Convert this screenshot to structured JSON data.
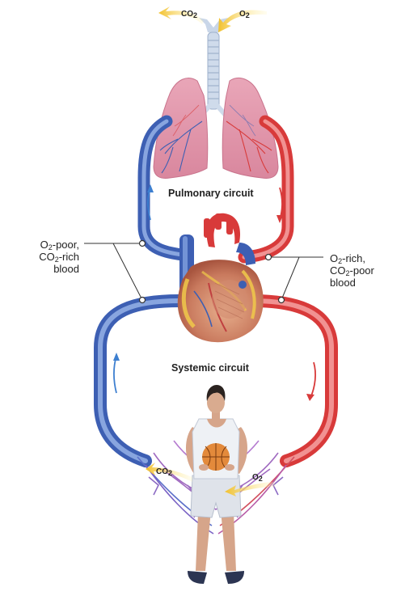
{
  "top": {
    "co2_main": "CO",
    "co2_sub": "2",
    "o2_main": "O",
    "o2_sub": "2"
  },
  "circuits": {
    "pulmonary": "Pulmonary circuit",
    "systemic": "Systemic circuit"
  },
  "left_label": {
    "a": "O",
    "a_sub": "2",
    "b": "-poor,",
    "c": "CO",
    "c_sub": "2",
    "d": "-rich",
    "e": "blood"
  },
  "right_label": {
    "a": "O",
    "a_sub": "2",
    "b": "-rich,",
    "c": "CO",
    "c_sub": "2",
    "d": "-poor",
    "e": "blood"
  },
  "tissue": {
    "co2_main": "CO",
    "co2_sub": "2",
    "o2_main": "O",
    "o2_sub": "2"
  },
  "colors": {
    "oxygen_poor_blue": "#4a6fc0",
    "oxygen_rich_red": "#e24a4a",
    "capillary_purple": "#a06ac0",
    "arrow_yellow": "#f2c12e"
  }
}
